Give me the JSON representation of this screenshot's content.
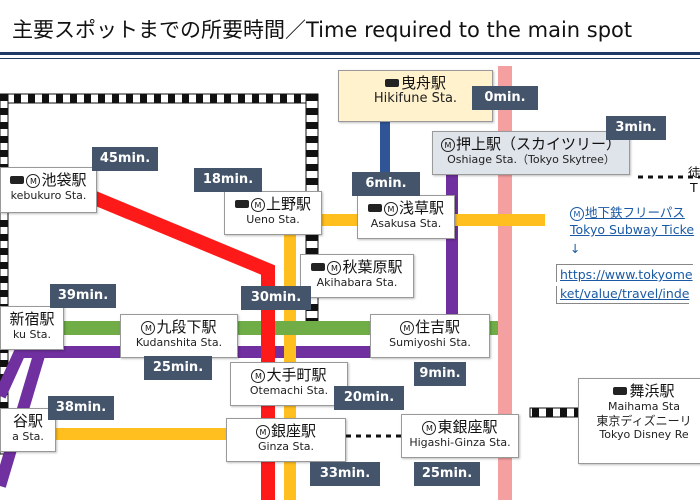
{
  "title": "主要スポットまでの所要時間／Time required to the main spot",
  "stations": {
    "hikifune": {
      "jp": "曳舟駅",
      "en": "Hikifune Sta."
    },
    "oshiage": {
      "jp": "押上駅（スカイツリー）",
      "en": "Oshiage Sta.（Tokyo Skytree）"
    },
    "ikebukuro": {
      "jp": "池袋駅",
      "en": "kebukuro Sta."
    },
    "ueno": {
      "jp": "上野駅",
      "en": "Ueno Sta."
    },
    "asakusa": {
      "jp": "浅草駅",
      "en": "Asakusa Sta."
    },
    "akihabara": {
      "jp": "秋葉原駅",
      "en": "Akihabara Sta."
    },
    "shinjuku": {
      "jp": "新宿駅",
      "en": "ku Sta."
    },
    "kudanshita": {
      "jp": "九段下駅",
      "en": "Kudanshita Sta."
    },
    "sumiyoshi": {
      "jp": "住吉駅",
      "en": "Sumiyoshi Sta."
    },
    "otemachi": {
      "jp": "大手町駅",
      "en": "Otemachi Sta."
    },
    "shibuya": {
      "jp": "谷駅",
      "en": "a Sta."
    },
    "ginza": {
      "jp": "銀座駅",
      "en": "Ginza Sta."
    },
    "higashiginza": {
      "jp": "東銀座駅",
      "en": "Higashi-Ginza Sta."
    },
    "maihama": {
      "jp": "舞浜駅",
      "en": "Maihama Sta",
      "en2": "東京ディズニーリ",
      "en3": "Tokyo Disney Re"
    }
  },
  "times": {
    "hikifune": "0min.",
    "oshiage": "3min.",
    "ikebukuro": "45min.",
    "ueno": "18min.",
    "asakusa": "6min.",
    "akihabara": "30min.",
    "shinjuku": "39min.",
    "kudanshita": "25min.",
    "sumiyoshi": "9min.",
    "otemachi": "20min.",
    "shibuya": "38min.",
    "ginza": "33min.",
    "higashiginza": "25min."
  },
  "info": {
    "pass_jp": "地下鉄フリーパス",
    "pass_en": "Tokyo Subway Ticke",
    "arrow": "↓",
    "url1": "https://www.tokyome",
    "url2": "ket/value/travel/inde",
    "edge1": "徒",
    "edge2": "T"
  },
  "colors": {
    "red": "#ff1a1a",
    "orange": "#ffbf1f",
    "green": "#70ad47",
    "purple": "#7030a0",
    "pink": "#f4a0a0",
    "blue": "#2f5597",
    "timebox": "#44546a",
    "hikifune_bg": "#fff2cc"
  }
}
